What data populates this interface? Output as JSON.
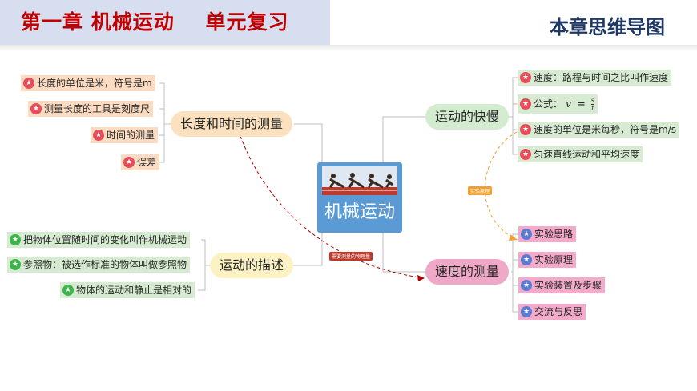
{
  "header": {
    "title": "第一章 机械运动    单元复习",
    "right_title": "本章思维导图"
  },
  "center": {
    "label": "机械运动"
  },
  "topics": {
    "length_time": "长度和时间的测量",
    "description": "运动的描述",
    "speed": "运动的快慢",
    "measure_speed": "速度的测量"
  },
  "leaves": {
    "length_time": [
      "长度的单位是米，符号是m",
      "测量长度的工具是刻度尺",
      "时间的测量",
      "误差"
    ],
    "description": [
      "把物体位置随时间的变化叫作机械运动",
      "参照物：被选作标准的物体叫做参照物",
      "物体的运动和静止是相对的"
    ],
    "speed": [
      "速度：路程与时间之比叫作速度",
      "公式：",
      "速度的单位是米每秒，符号是m/s",
      "匀速直线运动和平均速度"
    ],
    "measure_speed": [
      "实验思路",
      "实验原理",
      "实验装置及步骤",
      "交流与反思"
    ]
  },
  "formula": {
    "v": "v",
    "eq": "=",
    "num": "s",
    "den": "t"
  },
  "relations": {
    "measure_needed": "需要测量的物理量",
    "principle": "实验原理"
  },
  "colors": {
    "red_star": "#e84c5a",
    "green_star": "#3cb44b",
    "blue_star": "#5b7bd5",
    "orange_topic": "#fbe1be",
    "yellow_topic": "#fdf2c4",
    "green_topic": "#d3ebcf",
    "pink_topic": "#f0a8c8",
    "orange_leaf": "#fbdcc2",
    "green_leaf": "#d6ebd1",
    "pink_leaf": "#f3aacb"
  },
  "icons": {
    "leaf_marker": "star-icon",
    "center_image": "sprinters-photo"
  }
}
